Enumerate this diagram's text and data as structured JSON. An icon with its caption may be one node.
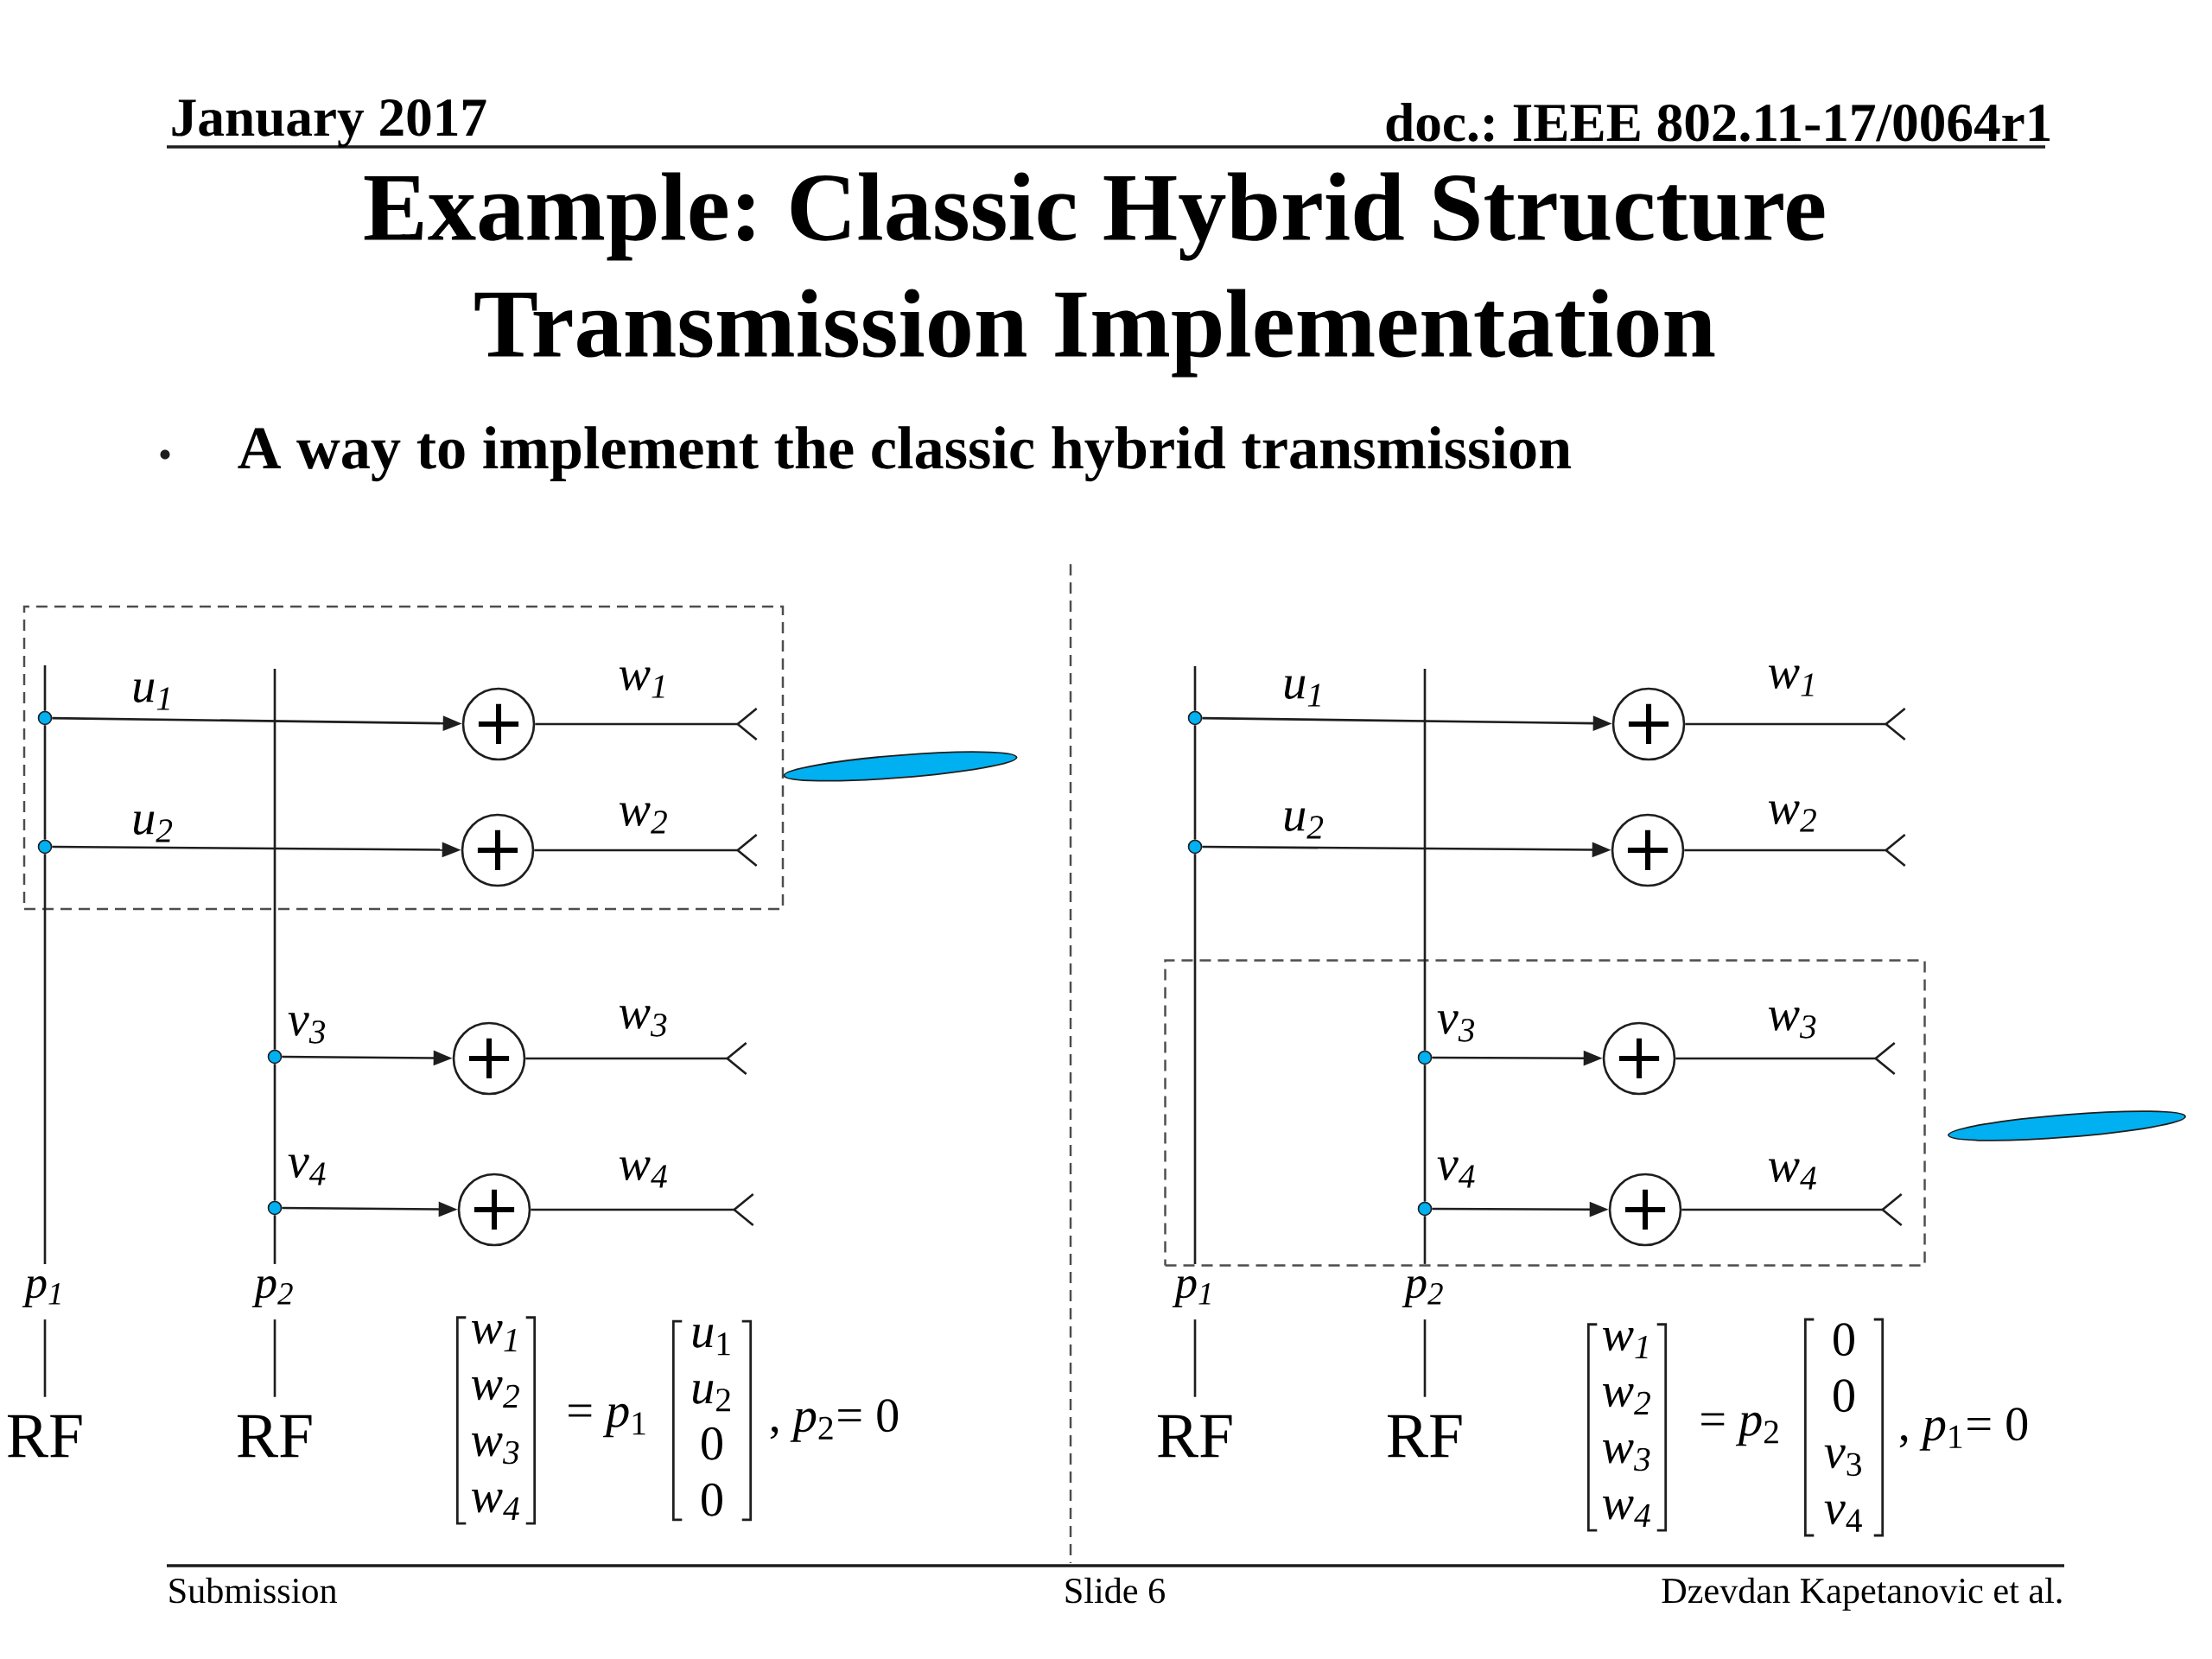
{
  "diagram": {
    "title": "Example: Classic Hybrid Structure Transmission Implementation",
    "nodes": [
      {
        "text": [],
        "shape": "box"
      },
      {
        "text": [],
        "shape": "circle",
        "in": 0
      },
      {
        "text": [
          "+"
        ],
        "in": 0
      },
      {
        "text": [],
        "shape": "circle",
        "in": 0
      },
      {
        "text": [
          "+"
        ],
        "in": 0
      },
      {
        "text": [],
        "shape": "circle"
      },
      {
        "text": [
          "+"
        ]
      },
      {
        "text": [],
        "shape": "circle"
      },
      {
        "text": [
          "+"
        ]
      },
      {
        "text": [
          "p$_{1}$"
        ]
      },
      {
        "text": [
          "p$_{2}$"
        ]
      },
      {
        "text": [
          "RF"
        ]
      },
      {
        "text": [
          "RF"
        ]
      },
      {
        "text": [],
        "shape": "circle"
      },
      {
        "text": [
          "+"
        ]
      },
      {
        "text": [],
        "shape": "circle"
      },
      {
        "text": [
          "+"
        ]
      },
      {
        "text": [],
        "shape": "box"
      },
      {
        "text": [],
        "shape": "circle",
        "in": 17
      },
      {
        "text": [
          "+"
        ],
        "in": 17
      },
      {
        "text": [],
        "shape": "circle",
        "in": 17
      },
      {
        "text": [
          "+"
        ],
        "in": 17
      },
      {
        "text": [
          "p$_{1}$"
        ]
      },
      {
        "text": [
          "p$_{2}$"
        ]
      },
      {
        "text": [
          "RF"
        ]
      },
      {
        "text": [
          "RF"
        ]
      },
      {
        "text": [],
        "shape": "ellipse"
      },
      {
        "text": [],
        "shape": "ellipse"
      }
    ],
    "edges": [
      {
        "from": 9,
        "to": 3,
        "arrow": "none"
      },
      {
        "from": 3,
        "to": 1,
        "arrow": "none"
      },
      {
        "from": 1,
        "to": null,
        "arrow": "none"
      },
      {
        "from": 11,
        "to": 9,
        "arrow": "none"
      },
      {
        "from": 10,
        "to": 7,
        "arrow": "none"
      },
      {
        "from": 7,
        "to": 5,
        "arrow": "none"
      },
      {
        "from": 5,
        "to": null,
        "arrow": "none"
      },
      {
        "from": 12,
        "to": 10,
        "arrow": "none"
      },
      {
        "from": 1,
        "to": 2,
        "arrow": "to",
        "label": "u$_{1}$"
      },
      {
        "from": 3,
        "to": 4,
        "arrow": "to",
        "label": "u$_{2}$"
      },
      {
        "from": 5,
        "to": 6,
        "arrow": "to",
        "label": "v$_{3}$"
      },
      {
        "from": 7,
        "to": 8,
        "arrow": "to",
        "label": "v$_{4}$"
      },
      {
        "from": 2,
        "to": null,
        "arrow": "other",
        "label": "w$_{1}$"
      },
      {
        "from": 4,
        "to": null,
        "arrow": "other",
        "label": "w$_{2}$"
      },
      {
        "from": 6,
        "to": null,
        "arrow": "other",
        "label": "w$_{3}$"
      },
      {
        "from": 8,
        "to": null,
        "arrow": "other",
        "label": "w$_{4}$"
      },
      {
        "from": 22,
        "to": 15,
        "arrow": "none"
      },
      {
        "from": 15,
        "to": 13,
        "arrow": "none"
      },
      {
        "from": 13,
        "to": null,
        "arrow": "none"
      },
      {
        "from": 24,
        "to": 22,
        "arrow": "none"
      },
      {
        "from": 23,
        "to": 20,
        "arrow": "none"
      },
      {
        "from": 20,
        "to": 18,
        "arrow": "none"
      },
      {
        "from": 18,
        "to": null,
        "arrow": "none"
      },
      {
        "from": 25,
        "to": 23,
        "arrow": "none"
      },
      {
        "from": 13,
        "to": 14,
        "arrow": "to",
        "label": "u$_{1}$"
      },
      {
        "from": 15,
        "to": 16,
        "arrow": "to",
        "label": "u$_{2}$"
      },
      {
        "from": 18,
        "to": 19,
        "arrow": "to",
        "label": "v$_{3}$"
      },
      {
        "from": 20,
        "to": 21,
        "arrow": "to",
        "label": "v$_{4}$"
      },
      {
        "from": 14,
        "to": null,
        "arrow": "other",
        "label": "w$_{1}$"
      },
      {
        "from": 16,
        "to": null,
        "arrow": "other",
        "label": "w$_{2}$"
      },
      {
        "from": 19,
        "to": null,
        "arrow": "other",
        "label": "w$_{3}$"
      },
      {
        "from": 21,
        "to": null,
        "arrow": "other",
        "label": "w$_{4}$"
      }
    ],
    "labels": [
      "January 2017",
      "doc.: IEEE 802.11-17/0064r1",
      "A way to implement the classic hybrid transmission",
      "w$_{1}$ w$_{2}$ w$_{3}$ w$_{4}$",
      "= *p*$_{1}$",
      "*u*$_{1}$ *u*$_{2}$ 0 0",
      ", *p*$_{2}$= 0",
      "w$_{1}$ w$_{2}$ w$_{3}$ w$_{4}$",
      "= *p*$_{2}$",
      "0 0 *v*$_{3}$ *v*$_{4}$",
      ", *p*$_{1}$= 0",
      "Submission",
      "Slide 6",
      "Dzevdan Kapetanovic et al."
    ]
  }
}
